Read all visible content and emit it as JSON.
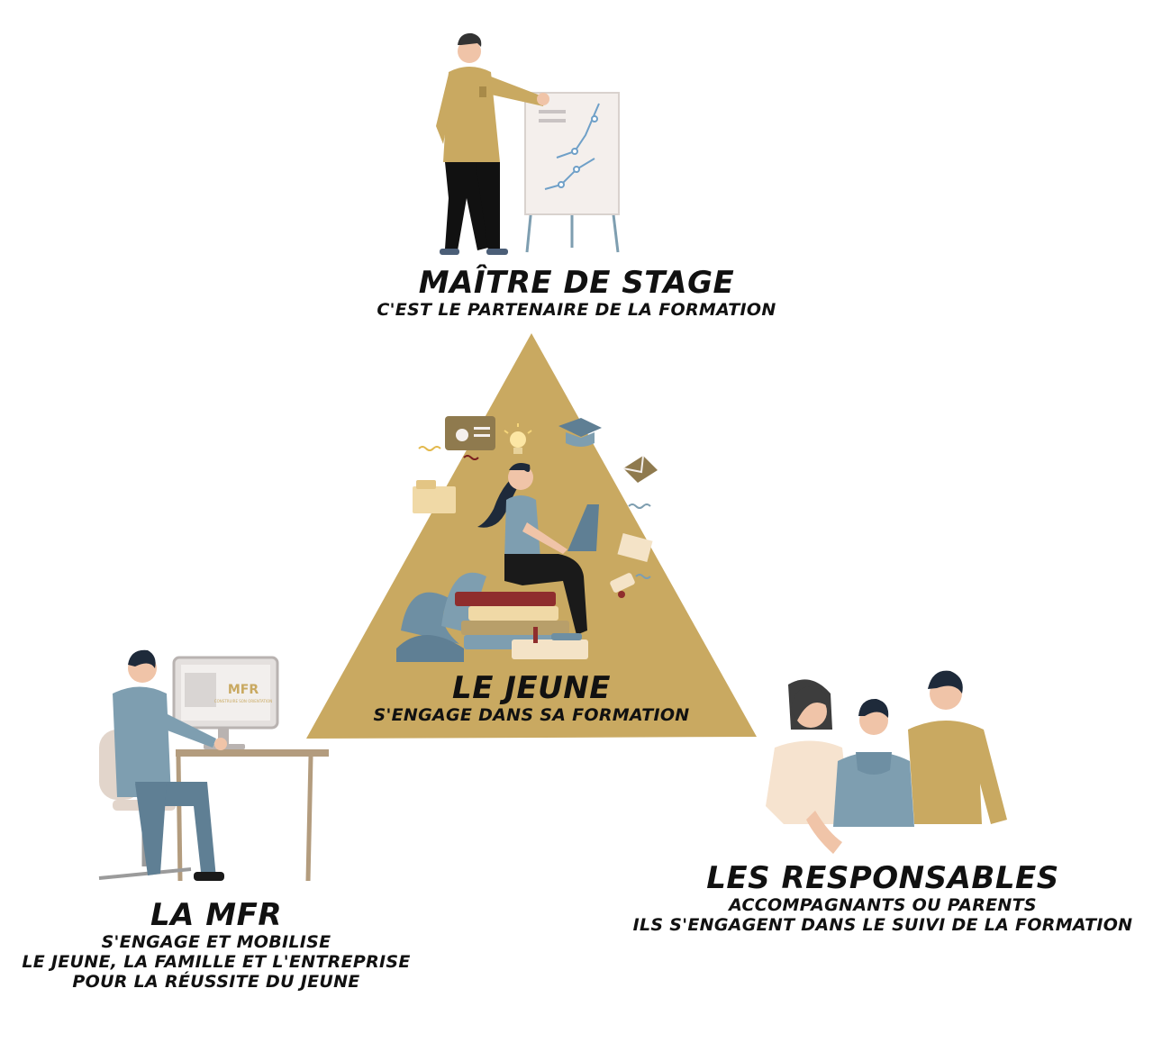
{
  "master": {
    "title": "MAÎTRE DE STAGE",
    "subtitle": "C'EST LE PARTENAIRE DE LA FORMATION"
  },
  "youth": {
    "title": "LE JEUNE",
    "subtitle": "S'ENGAGE DANS SA FORMATION"
  },
  "mfr": {
    "title": "LA MFR",
    "lines": [
      "S'ENGAGE ET MOBILISE",
      "LE JEUNE, LA FAMILLE ET L'ENTREPRISE",
      "POUR LA RÉUSSITE DU JEUNE"
    ],
    "screen_logo": "MFR",
    "screen_tagline": "CONSTRUIRE SON ORIENTATION"
  },
  "responsables": {
    "title": "LES RESPONSABLES",
    "lines": [
      "ACCOMPAGNANTS OU PARENTS",
      "ILS S'ENGAGENT DANS LE SUIVI DE LA FORMATION"
    ]
  },
  "colors": {
    "gold": "#C9A961",
    "blue_gray": "#7E9EB0",
    "dark": "#1A1A1A",
    "skin": "#F0C4A8"
  },
  "icons": [
    "flipchart-icon",
    "graduation-cap-icon",
    "lightbulb-icon",
    "id-card-icon",
    "envelope-icon",
    "folder-icon",
    "diploma-icon",
    "books-icon",
    "computer-icon"
  ]
}
